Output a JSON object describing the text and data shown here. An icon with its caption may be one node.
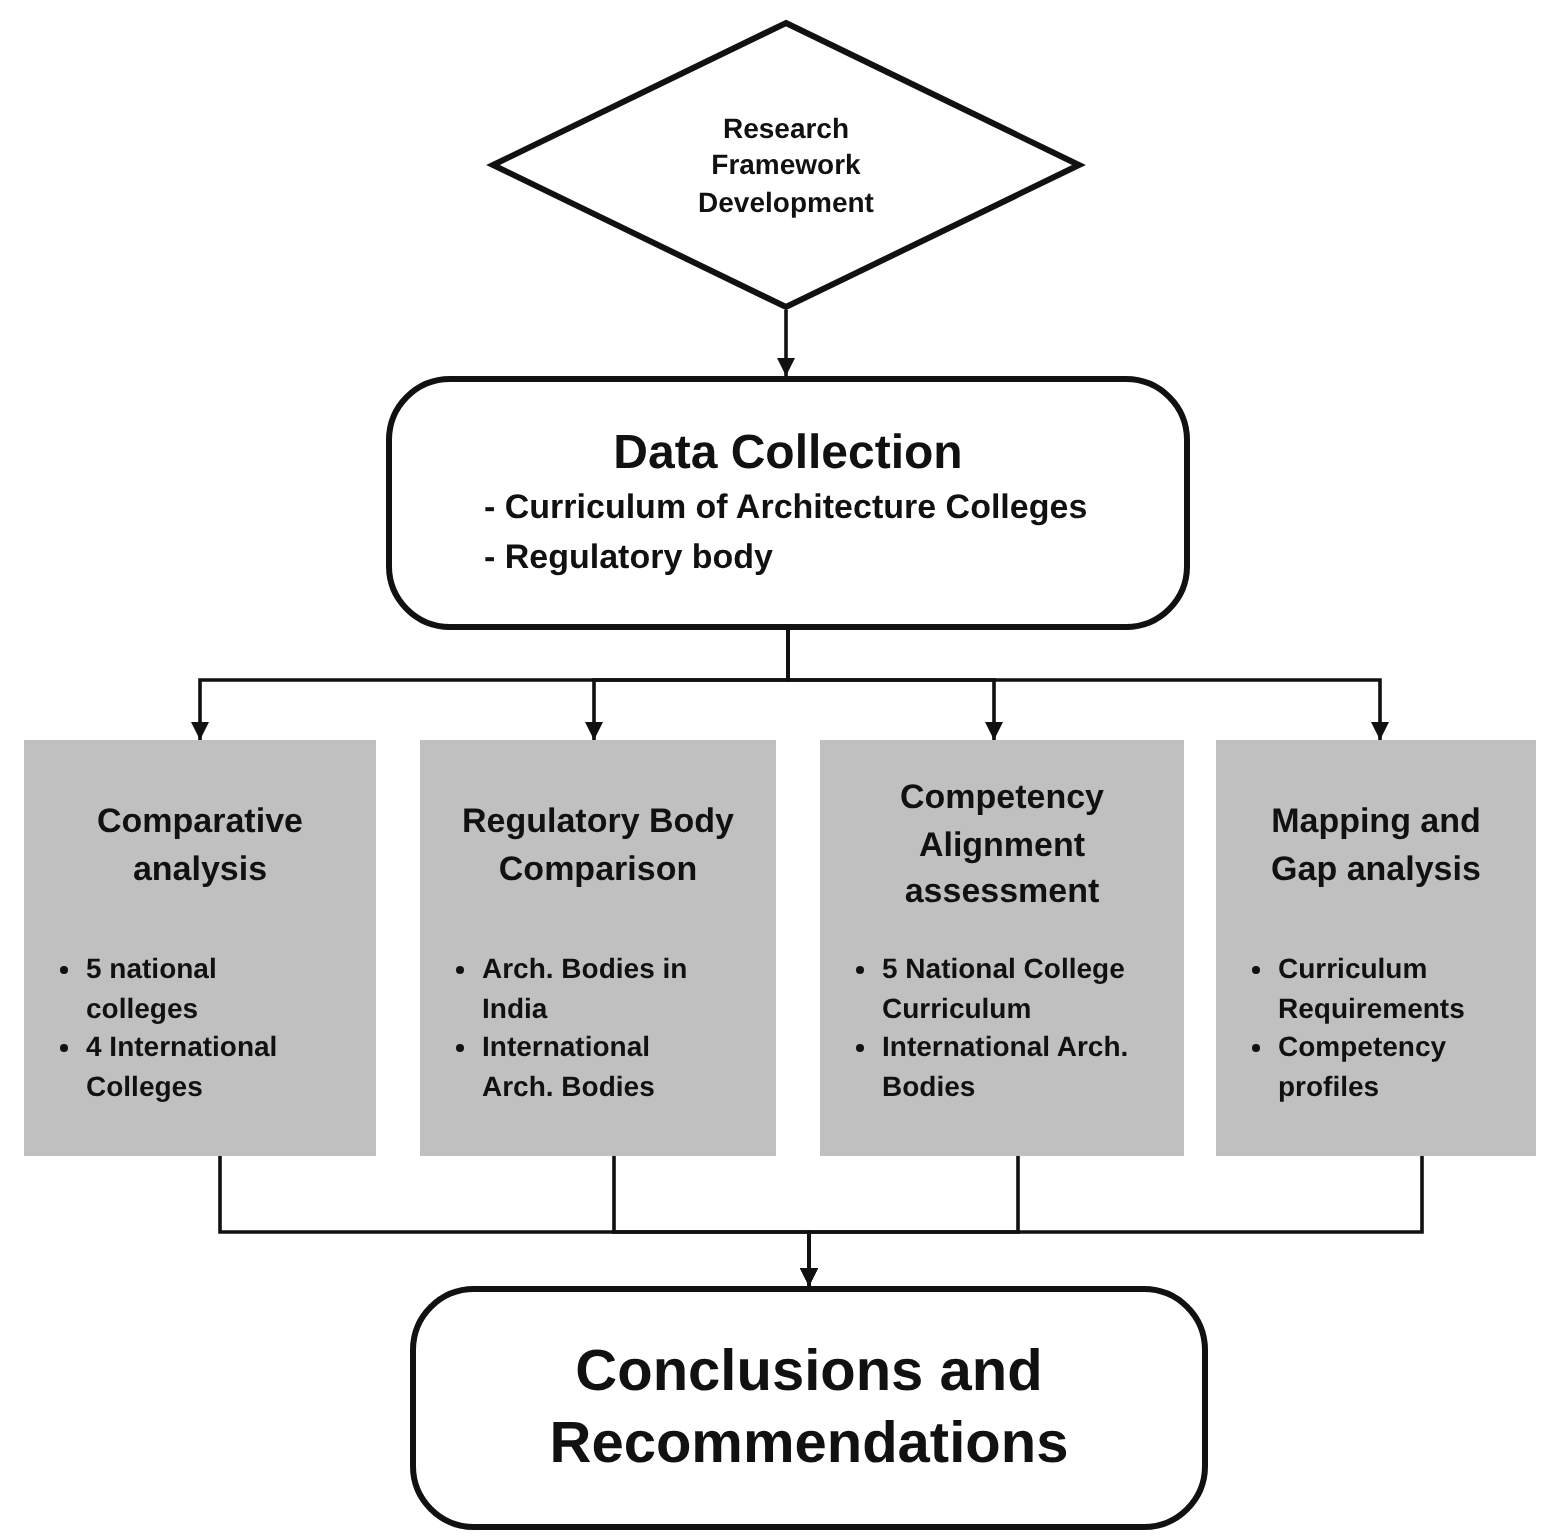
{
  "diagram": {
    "nodes": [
      {
        "text": [
          "Research Framework Development"
        ]
      },
      {
        "text": [
          "Data Collection",
          "- Curriculum of Architecture Colleges",
          "- Regulatory body"
        ]
      },
      {
        "text": [
          "Comparative analysis",
          "5 national colleges",
          "4 International Colleges"
        ]
      },
      {
        "text": [
          "Regulatory Body Comparison",
          "Arch. Bodies in India",
          "International Arch. Bodies"
        ]
      },
      {
        "text": [
          "Competency Alignment assessment",
          "5 National College Curriculum",
          "International Arch. Bodies"
        ]
      },
      {
        "text": [
          "Mapping and Gap analysis",
          "Curriculum Requirements",
          "Competency profiles"
        ]
      },
      {
        "text": [
          "Conclusions and Recommendations"
        ]
      }
    ],
    "edges": [
      {
        "from": 0,
        "to": 1,
        "arrow": "to"
      },
      {
        "from": 1,
        "to": 2,
        "arrow": "to"
      },
      {
        "from": 1,
        "to": 3,
        "arrow": "to"
      },
      {
        "from": 1,
        "to": 4,
        "arrow": "to"
      },
      {
        "from": 1,
        "to": 5,
        "arrow": "to"
      },
      {
        "from": 2,
        "to": 6,
        "arrow": "to"
      },
      {
        "from": 3,
        "to": 6,
        "arrow": "to"
      },
      {
        "from": 4,
        "to": 6,
        "arrow": "to"
      },
      {
        "from": 5,
        "to": 6,
        "arrow": "to"
      }
    ]
  }
}
